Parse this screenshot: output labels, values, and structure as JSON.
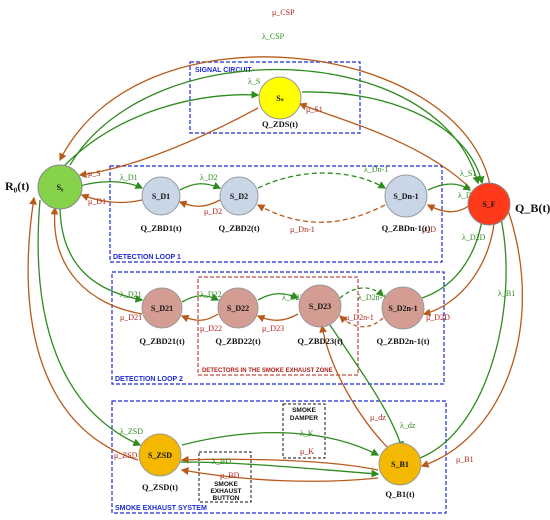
{
  "labels": {
    "r0": "R₀(t)",
    "qb": "Q_B(t)"
  },
  "boxes": {
    "signal": "SIGNAL CIRCUIT",
    "loop1": "DETECTION LOOP 1",
    "loop2": "DETECTION LOOP 2",
    "smoke_zone": "DETECTORS IN THE SMOKE EXHAUST ZONE",
    "exhaust": "SMOKE EXHAUST SYSTEM",
    "damper_l1": "SMOKE",
    "damper_l2": "DAMPER",
    "button_l1": "SMOKE",
    "button_l2": "EXHAUST",
    "button_l3": "BUTTON"
  },
  "states": {
    "s0": "S₀",
    "ss": "Sₛ",
    "sf": "S_F",
    "sd1": "S_D1",
    "sd2": "S_D2",
    "sdn1": "S_Dn-1",
    "sd21": "S_D21",
    "sd22": "S_D22",
    "sd23": "S_D23",
    "sd2n1": "S_D2n-1",
    "szsd": "S_ZSD",
    "sb1": "S_B1"
  },
  "qlabels": {
    "ss": "Q_ZDS(t)",
    "sd1": "Q_ZBD1(t)",
    "sd2": "Q_ZBD2(t)",
    "sdn1": "Q_ZBDn-1(t)",
    "sd21": "Q_ZBD21(t)",
    "sd22": "Q_ZBD22(t)",
    "sd23": "Q_ZBD23(t)",
    "sd2n1": "Q_ZBD2n-1(t)",
    "szsd": "Q_ZSD(t)",
    "sb1": "Q_B1(t)"
  },
  "rates": {
    "mu_csp": "μ_CSP",
    "lambda_csp": "λ_CSP",
    "lambda_s": "λ_S",
    "mu_s": "μ_S",
    "lambda_s1": "λ_S1",
    "mu_s1": "μ_S1",
    "lambda_d1": "λ_D1",
    "mu_d1": "μ_D1",
    "lambda_d2": "λ_D2",
    "mu_d2": "μ_D2",
    "lambda_dn1": "λ_Dn-1",
    "mu_dn1": "μ_Dn-1",
    "lambda_d": "λ_D",
    "mu_d": "μ_D",
    "lambda_d21": "λ_D21",
    "mu_d21": "μ_D21",
    "lambda_d22": "λ_D22",
    "mu_d22": "μ_D22",
    "lambda_d23": "λ_D23",
    "mu_d23": "μ_D23",
    "lambda_d2n1": "λ_D2n-1",
    "mu_d2n1": "μ_D2n-1",
    "lambda_d2d": "λ_D2D",
    "mu_d2d": "μ_D2D",
    "lambda_zsd": "λ_ZSD",
    "mu_zsd": "μ_ZSD",
    "lambda_dz": "λ_dz",
    "mu_dz": "μ_dz",
    "lambda_k": "λ_K",
    "mu_k": "μ_K",
    "lambda_bd": "λ_BD",
    "mu_bd": "μ_BD",
    "lambda_b1": "λ_B1",
    "mu_b1": "μ_B1"
  },
  "colors": {
    "green_arrow": "#2e8b1e",
    "red_arrow": "#b85a1a",
    "box_blue": "#1e2bd6",
    "box_red": "#b0221a",
    "s0_fill": "#86d24a",
    "ss_fill": "#ffff00",
    "sf_fill": "#ff3a1a",
    "loop1_fill": "#c9d6e8",
    "loop2_fill": "#d49d94",
    "exhaust_fill": "#f5b800"
  }
}
